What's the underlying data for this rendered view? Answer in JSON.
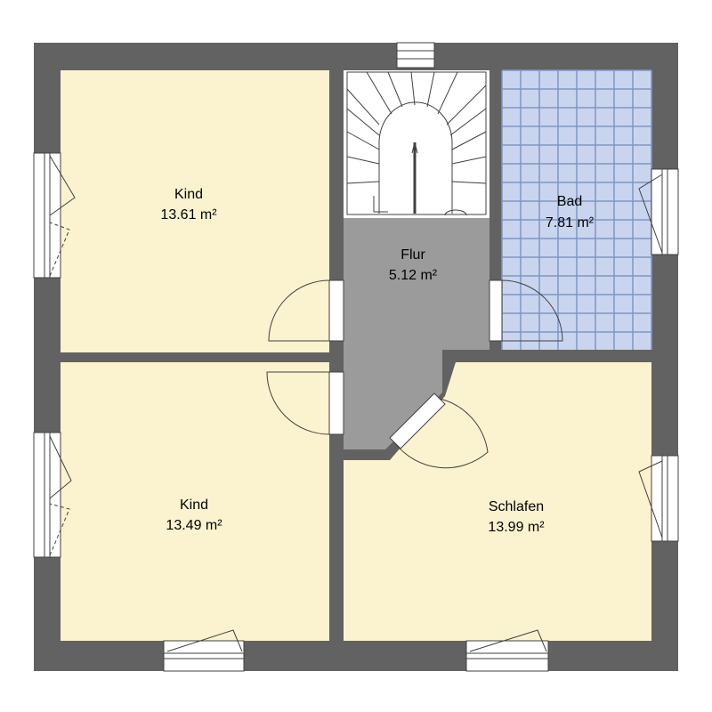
{
  "colors": {
    "wall": "#626262",
    "room_fill": "#fbf3cf",
    "hall_fill": "#9b9b9b",
    "bath_fill": "#c9d5ee",
    "tile_line": "#7f96c4",
    "stair_fill": "#ffffff",
    "line": "#404040"
  },
  "rooms": [
    {
      "id": "kind-top",
      "name": "Kind",
      "area": "13.61 m²"
    },
    {
      "id": "kind-bottom",
      "name": "Kind",
      "area": "13.49 m²"
    },
    {
      "id": "flur",
      "name": "Flur",
      "area": "5.12 m²"
    },
    {
      "id": "bad",
      "name": "Bad",
      "area": "7.81 m²"
    },
    {
      "id": "schlafen",
      "name": "Schlafen",
      "area": "13.99 m²"
    }
  ]
}
